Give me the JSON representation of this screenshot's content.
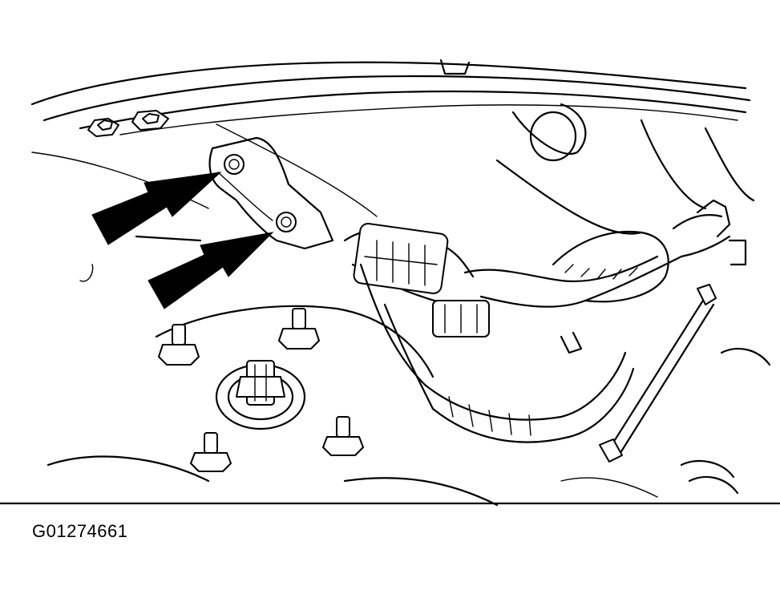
{
  "figure": {
    "id_label": "G01274661"
  },
  "colors": {
    "line": "#000000",
    "background": "#ffffff"
  },
  "callouts": [
    {
      "icon": "arrow-icon",
      "target": "bracket-upper-bolt"
    },
    {
      "icon": "arrow-icon",
      "target": "bracket-lower-bolt"
    }
  ]
}
